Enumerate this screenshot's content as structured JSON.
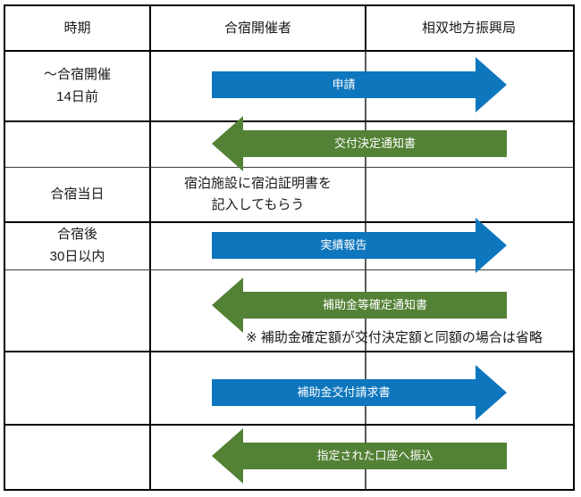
{
  "colors": {
    "arrow_blue": "#0e76bd",
    "arrow_green": "#538135",
    "grid_black": "#000000",
    "divider_gray": "#595959"
  },
  "header": {
    "time": "時期",
    "organizer": "合宿開催者",
    "bureau": "相双地方振興局"
  },
  "rows": {
    "r1": {
      "period": "～合宿開催\n14日前",
      "arrow": {
        "direction": "right",
        "label": "申請"
      }
    },
    "r2": {
      "period": "",
      "arrow": {
        "direction": "left",
        "label": "交付決定通知書"
      }
    },
    "r3": {
      "period": "合宿当日",
      "action": "宿泊施設に宿泊証明書を\n記入してもらう"
    },
    "r4": {
      "period": "合宿後\n30日以内",
      "arrow": {
        "direction": "right",
        "label": "実績報告"
      }
    },
    "r5": {
      "arrow": {
        "direction": "left",
        "label": "補助金等確定通知書"
      },
      "note": "※ 補助金確定額が交付決定額と同額の場合は省略"
    },
    "r6": {
      "arrow": {
        "direction": "right",
        "label": "補助金交付請求書"
      }
    },
    "r7": {
      "arrow": {
        "direction": "left",
        "label": "指定された口座へ振込"
      }
    }
  }
}
